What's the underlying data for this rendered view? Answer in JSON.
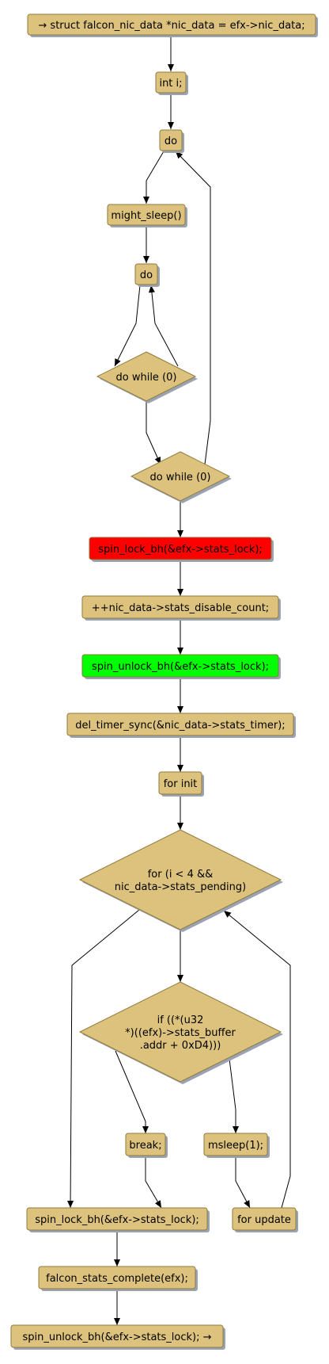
{
  "colors": {
    "node_fill": "#dcc27d",
    "node_stroke": "#8f7a3e",
    "shadow": "#9aa3b2",
    "lock_fill": "#ff0000",
    "unlock_fill": "#00ff00",
    "edge": "#000000"
  },
  "nodes": {
    "n1": {
      "lines": [
        "→ struct falcon_nic_data *nic_data = efx->nic_data;"
      ]
    },
    "n2": {
      "lines": [
        "int i;"
      ]
    },
    "n3": {
      "lines": [
        "do"
      ]
    },
    "n4": {
      "lines": [
        "might_sleep()"
      ]
    },
    "n5": {
      "lines": [
        "do"
      ]
    },
    "n6": {
      "lines": [
        "do while (0)"
      ]
    },
    "n7": {
      "lines": [
        "do while (0)"
      ]
    },
    "n8": {
      "lines": [
        "spin_lock_bh(&efx->stats_lock);"
      ]
    },
    "n9": {
      "lines": [
        "++nic_data->stats_disable_count;"
      ]
    },
    "n10": {
      "lines": [
        "spin_unlock_bh(&efx->stats_lock);"
      ]
    },
    "n11": {
      "lines": [
        "del_timer_sync(&nic_data->stats_timer);"
      ]
    },
    "n12": {
      "lines": [
        "for init"
      ]
    },
    "n13": {
      "lines": [
        "for (i < 4 &&",
        "nic_data->stats_pending)"
      ]
    },
    "n14": {
      "lines": [
        "if ((*(u32",
        "*)((efx)->stats_buffer",
        ".addr + 0xD4)))"
      ]
    },
    "n15": {
      "lines": [
        "break;"
      ]
    },
    "n16": {
      "lines": [
        "msleep(1);"
      ]
    },
    "n17": {
      "lines": [
        "for update"
      ]
    },
    "n18": {
      "lines": [
        "spin_lock_bh(&efx->stats_lock);"
      ]
    },
    "n19": {
      "lines": [
        "falcon_stats_complete(efx);"
      ]
    },
    "n20": {
      "lines": [
        "spin_unlock_bh(&efx->stats_lock); →"
      ]
    }
  }
}
